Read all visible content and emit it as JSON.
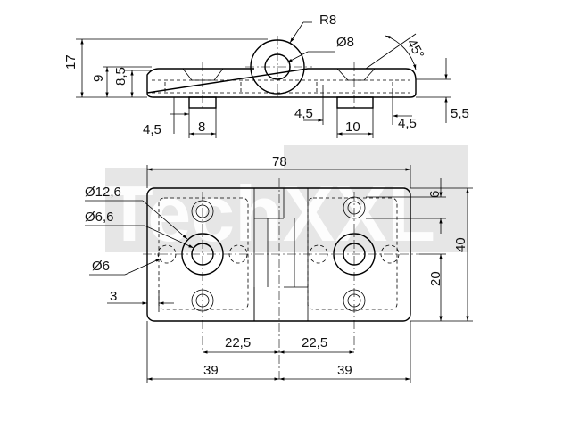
{
  "watermark": "TechXXL",
  "labels": {
    "r8": "R8",
    "d8": "Ø8",
    "a45": "45°",
    "h17": "17",
    "h9": "9",
    "h85": "8,5",
    "w45a": "4,5",
    "w8": "8",
    "w45b": "4,5",
    "w10": "10",
    "w45c": "4,5",
    "h55": "5,5",
    "w78": "78",
    "d126": "Ø12,6",
    "d66": "Ø6,6",
    "d6": "Ø6",
    "w3": "3",
    "h6": "6",
    "h40": "40",
    "h20": "20",
    "w225a": "22,5",
    "w225b": "22,5",
    "w39a": "39",
    "w39b": "39"
  }
}
